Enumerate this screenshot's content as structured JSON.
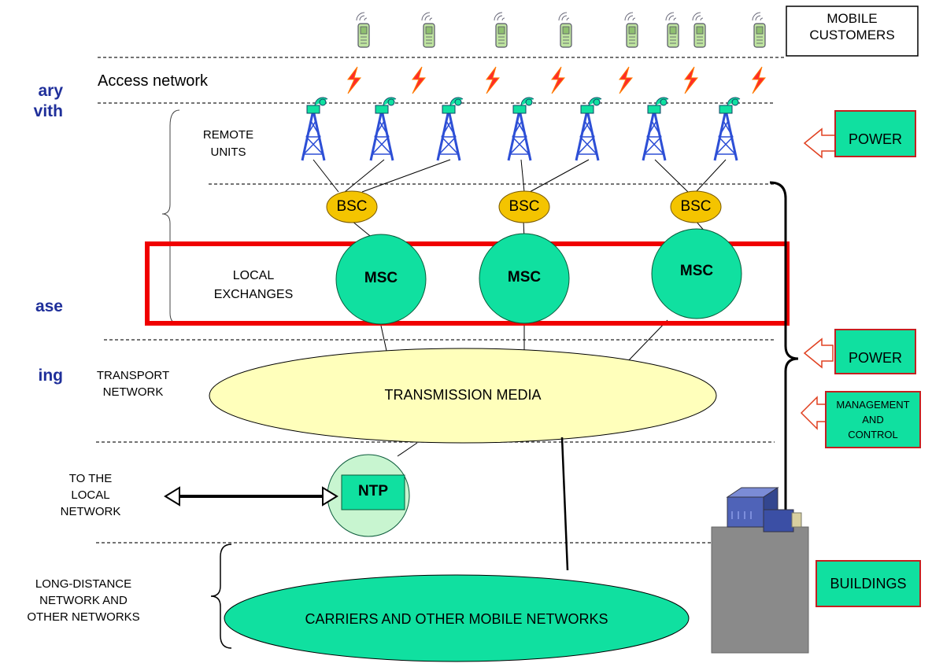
{
  "diagram": {
    "top_box": {
      "line1": "MOBILE",
      "line2": "CUSTOMERS"
    },
    "access_label": "Access network",
    "remote_units": {
      "line1": "REMOTE",
      "line2": "UNITS"
    },
    "bsc_label": "BSC",
    "local_exchanges": {
      "line1": "LOCAL",
      "line2": "EXCHANGES"
    },
    "msc_labels": [
      "MSC",
      "MSC",
      "MSC"
    ],
    "transport_network": {
      "line1": "TRANSPORT",
      "line2": "NETWORK"
    },
    "transmission_media": "TRANSMISSION MEDIA",
    "to_local": {
      "line1": "TO THE",
      "line2": "LOCAL",
      "line3": "NETWORK"
    },
    "ntp_label": "NTP",
    "long_distance": {
      "line1": "LONG-DISTANCE",
      "line2": "NETWORK AND",
      "line3": "OTHER NETWORKS"
    },
    "carriers": "CARRIERS AND OTHER MOBILE NETWORKS",
    "power_label_1": "POWER",
    "power_label_2": "POWER",
    "management": {
      "line1": "MANAGEMENT",
      "line2": "AND",
      "line3": "CONTROL"
    },
    "buildings_label": "BUILDINGS",
    "left_fragments": [
      "ary",
      "vith",
      "ase",
      "ing"
    ]
  },
  "colors": {
    "teal": "#10e0a0",
    "bsc_gold": "#f4c400",
    "ellipse_yellow": "#ffffbb",
    "ntp_circle": "#c8f5d0",
    "highlight_red": "#f00000",
    "bolt": "#ff2a2a",
    "building_grey": "#8a8a8a",
    "side_text": "#1f2f9a"
  },
  "icons": [
    "mobile-phone-icon",
    "lightning-bolt-icon",
    "antenna-tower-icon",
    "building-icon",
    "power-arrow-icon"
  ]
}
